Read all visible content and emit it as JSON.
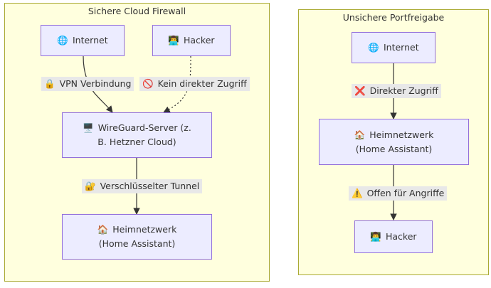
{
  "clusters": {
    "secure": {
      "title": "Sichere Cloud Firewall"
    },
    "insecure": {
      "title": "Unsichere Portfreigabe"
    }
  },
  "secure_nodes": {
    "internet": {
      "icon": "🌐",
      "label": "Internet"
    },
    "hacker": {
      "icon": "👨‍💻",
      "label": "Hacker"
    },
    "wireguard": {
      "icon": "🖥️",
      "label": "WireGuard-Server (z. B. Hetzner Cloud)"
    },
    "home": {
      "icon": "🏠",
      "label": "Heimnetzwerk (Home Assistant)"
    }
  },
  "secure_edges": {
    "vpn": {
      "icon": "🔒",
      "label": "VPN Verbindung"
    },
    "no_access": {
      "icon": "🚫",
      "label": "Kein direkter Zugriff"
    },
    "tunnel": {
      "icon": "🔐",
      "label": "Verschlüsselter Tunnel"
    }
  },
  "insecure_nodes": {
    "internet": {
      "icon": "🌐",
      "label": "Internet"
    },
    "home": {
      "icon": "🏠",
      "label": "Heimnetzwerk (Home Assistant)"
    },
    "hacker": {
      "icon": "👨‍💻",
      "label": "Hacker"
    }
  },
  "insecure_edges": {
    "direct": {
      "icon": "❌",
      "label": "Direkter Zugriff"
    },
    "open": {
      "icon": "⚠️",
      "label": "Offen für Angriffe"
    }
  }
}
